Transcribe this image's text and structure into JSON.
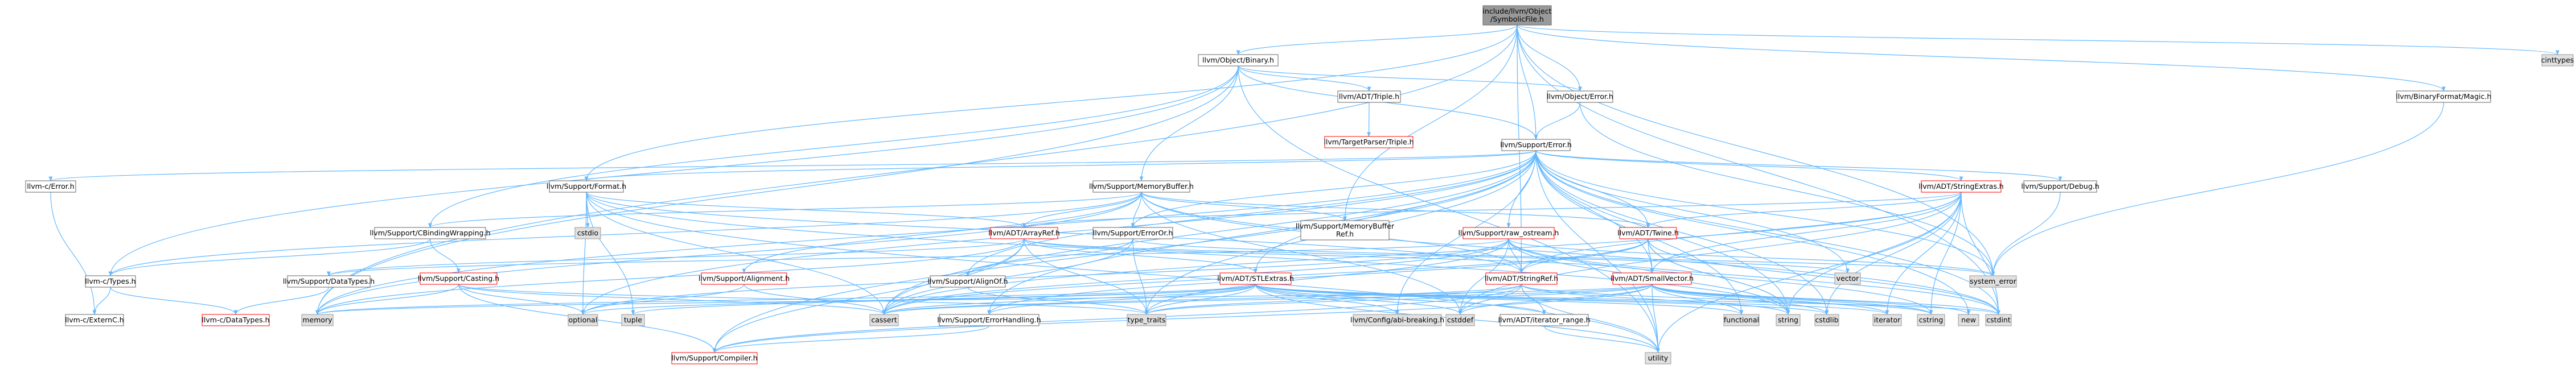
{
  "colors": {
    "edge": "#63b8ff",
    "node_fill": "#ffffff",
    "node_border": "#666666",
    "root_fill": "#999999",
    "root_border": "#666666",
    "truncated_border": "#ff0000",
    "external_fill": "#e0e0e0",
    "external_border": "#999999"
  },
  "nodes": {
    "root": {
      "label": "include/llvm/Object\n/SymbolicFile.h",
      "kind": "root"
    },
    "object_binary": {
      "label": "llvm/Object/Binary.h",
      "kind": "normal"
    },
    "cinttypes": {
      "label": "cinttypes",
      "kind": "external"
    },
    "adt_triple": {
      "label": "llvm/ADT/Triple.h",
      "kind": "normal"
    },
    "object_error": {
      "label": "llvm/Object/Error.h",
      "kind": "normal"
    },
    "binaryformat_magic": {
      "label": "llvm/BinaryFormat/Magic.h",
      "kind": "normal"
    },
    "targetparser_triple": {
      "label": "llvm/TargetParser/Triple.h",
      "kind": "truncated"
    },
    "support_error": {
      "label": "llvm/Support/Error.h",
      "kind": "normal"
    },
    "llvmc_error": {
      "label": "llvm-c/Error.h",
      "kind": "normal"
    },
    "support_format": {
      "label": "llvm/Support/Format.h",
      "kind": "normal"
    },
    "support_memorybuffer": {
      "label": "llvm/Support/MemoryBuffer.h",
      "kind": "normal"
    },
    "support_memorybufferref": {
      "label": "llvm/Support/MemoryBuffer\nRef.h",
      "kind": "normal"
    },
    "adt_stringextras": {
      "label": "llvm/ADT/StringExtras.h",
      "kind": "truncated"
    },
    "support_debug": {
      "label": "llvm/Support/Debug.h",
      "kind": "normal"
    },
    "cstdio": {
      "label": "cstdio",
      "kind": "external"
    },
    "support_cbindingwrapping": {
      "label": "llvm/Support/CBindingWrapping.h",
      "kind": "normal"
    },
    "adt_arrayref": {
      "label": "llvm/ADT/ArrayRef.h",
      "kind": "truncated"
    },
    "support_erroror": {
      "label": "llvm/Support/ErrorOr.h",
      "kind": "normal"
    },
    "support_rawostream": {
      "label": "llvm/Support/raw_ostream.h",
      "kind": "truncated"
    },
    "adt_twine": {
      "label": "llvm/ADT/Twine.h",
      "kind": "truncated"
    },
    "llvmc_types": {
      "label": "llvm-c/Types.h",
      "kind": "normal"
    },
    "support_datatypes": {
      "label": "llvm/Support/DataTypes.h",
      "kind": "normal"
    },
    "support_casting": {
      "label": "llvm/Support/Casting.h",
      "kind": "truncated"
    },
    "support_alignment": {
      "label": "llvm/Support/Alignment.h",
      "kind": "truncated"
    },
    "support_alignof": {
      "label": "llvm/Support/AlignOf.h",
      "kind": "normal"
    },
    "adt_stlextras": {
      "label": "llvm/ADT/STLExtras.h",
      "kind": "truncated"
    },
    "adt_stringref": {
      "label": "llvm/ADT/StringRef.h",
      "kind": "truncated"
    },
    "adt_smallvector": {
      "label": "llvm/ADT/SmallVector.h",
      "kind": "truncated"
    },
    "vector": {
      "label": "vector",
      "kind": "external"
    },
    "system_error": {
      "label": "system_error",
      "kind": "external"
    },
    "llvmc_externc": {
      "label": "llvm-c/ExternC.h",
      "kind": "normal"
    },
    "llvmc_datatypes": {
      "label": "llvm-c/DataTypes.h",
      "kind": "truncated"
    },
    "memory": {
      "label": "memory",
      "kind": "external"
    },
    "optional": {
      "label": "optional",
      "kind": "external"
    },
    "tuple": {
      "label": "tuple",
      "kind": "external"
    },
    "cassert": {
      "label": "cassert",
      "kind": "external"
    },
    "support_errorhandling": {
      "label": "llvm/Support/ErrorHandling.h",
      "kind": "normal"
    },
    "type_traits": {
      "label": "type_traits",
      "kind": "external"
    },
    "config_abi": {
      "label": "llvm/Config/abi-breaking.h",
      "kind": "external"
    },
    "cstddef": {
      "label": "cstddef",
      "kind": "external"
    },
    "adt_iterator_range": {
      "label": "llvm/ADT/iterator_range.h",
      "kind": "normal"
    },
    "functional": {
      "label": "functional",
      "kind": "external"
    },
    "string": {
      "label": "string",
      "kind": "external"
    },
    "cstdlib": {
      "label": "cstdlib",
      "kind": "external"
    },
    "iterator": {
      "label": "iterator",
      "kind": "external"
    },
    "cstring": {
      "label": "cstring",
      "kind": "external"
    },
    "new": {
      "label": "new",
      "kind": "external"
    },
    "cstdint": {
      "label": "cstdint",
      "kind": "external"
    },
    "support_compiler": {
      "label": "llvm/Support/Compiler.h",
      "kind": "truncated"
    },
    "utility": {
      "label": "utility",
      "kind": "external"
    }
  }
}
